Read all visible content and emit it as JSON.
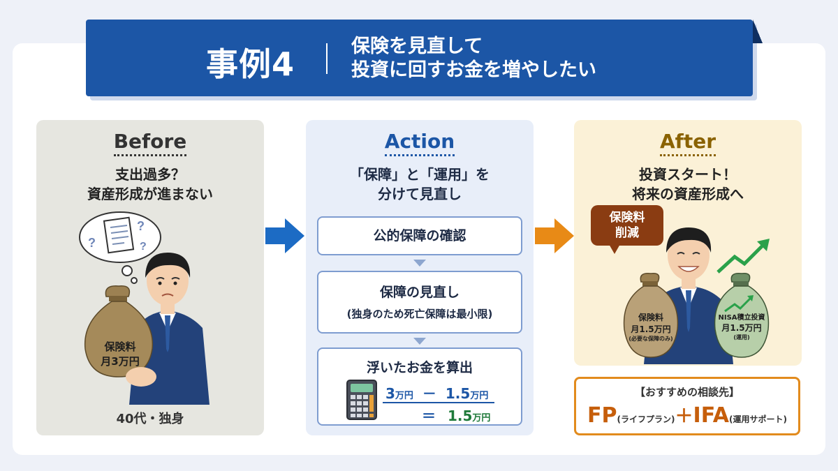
{
  "banner": {
    "case_label": "事例4",
    "title_line1": "保険を見直して",
    "title_line2": "投資に回すお金を増やしたい"
  },
  "before": {
    "title": "Before",
    "sub_line1": "支出過多？",
    "sub_line2": "資産形成が進まない",
    "bag_line1": "保険料",
    "bag_line2": "月3万円",
    "footer": "40代・独身"
  },
  "action": {
    "title": "Action",
    "sub_line1": "「保障」と「運用」を",
    "sub_line2": "分けて見直し",
    "step1": "公的保障の確認",
    "step2_line1": "保障の見直し",
    "step2_line2": "(独身のため死亡保障は最小限)",
    "step3": "浮いたお金を算出",
    "calc_a": "3",
    "calc_unit": "万円",
    "calc_minus": "－",
    "calc_b": "1.5",
    "calc_eq": "＝",
    "calc_result": "1.5"
  },
  "after": {
    "title": "After",
    "sub_line1": "投資スタート！",
    "sub_line2": "将来の資産形成へ",
    "bubble_line1": "保険料",
    "bubble_line2": "削減",
    "bag_left_line1": "保険料",
    "bag_left_line2": "月1.5万円",
    "bag_left_line3": "(必要な保障のみ)",
    "bag_right_line1": "NISA積立投資",
    "bag_right_line2": "月1.5万円",
    "bag_right_line3": "(運用)"
  },
  "recommend": {
    "heading": "【おすすめの相談先】",
    "fp": "FP",
    "fp_note": "(ライフプラン)",
    "plus": "＋",
    "ifa": "IFA",
    "ifa_note": "(運用サポート)"
  },
  "colors": {
    "primary_blue": "#1c56a6",
    "accent_orange": "#e28b1d",
    "bubble_brown": "#8a3c12",
    "result_green": "#1f7a3a"
  },
  "icons": [
    "money-bag-icon",
    "calculator-icon",
    "growth-arrow-icon",
    "question-mark-icon",
    "document-icon"
  ]
}
